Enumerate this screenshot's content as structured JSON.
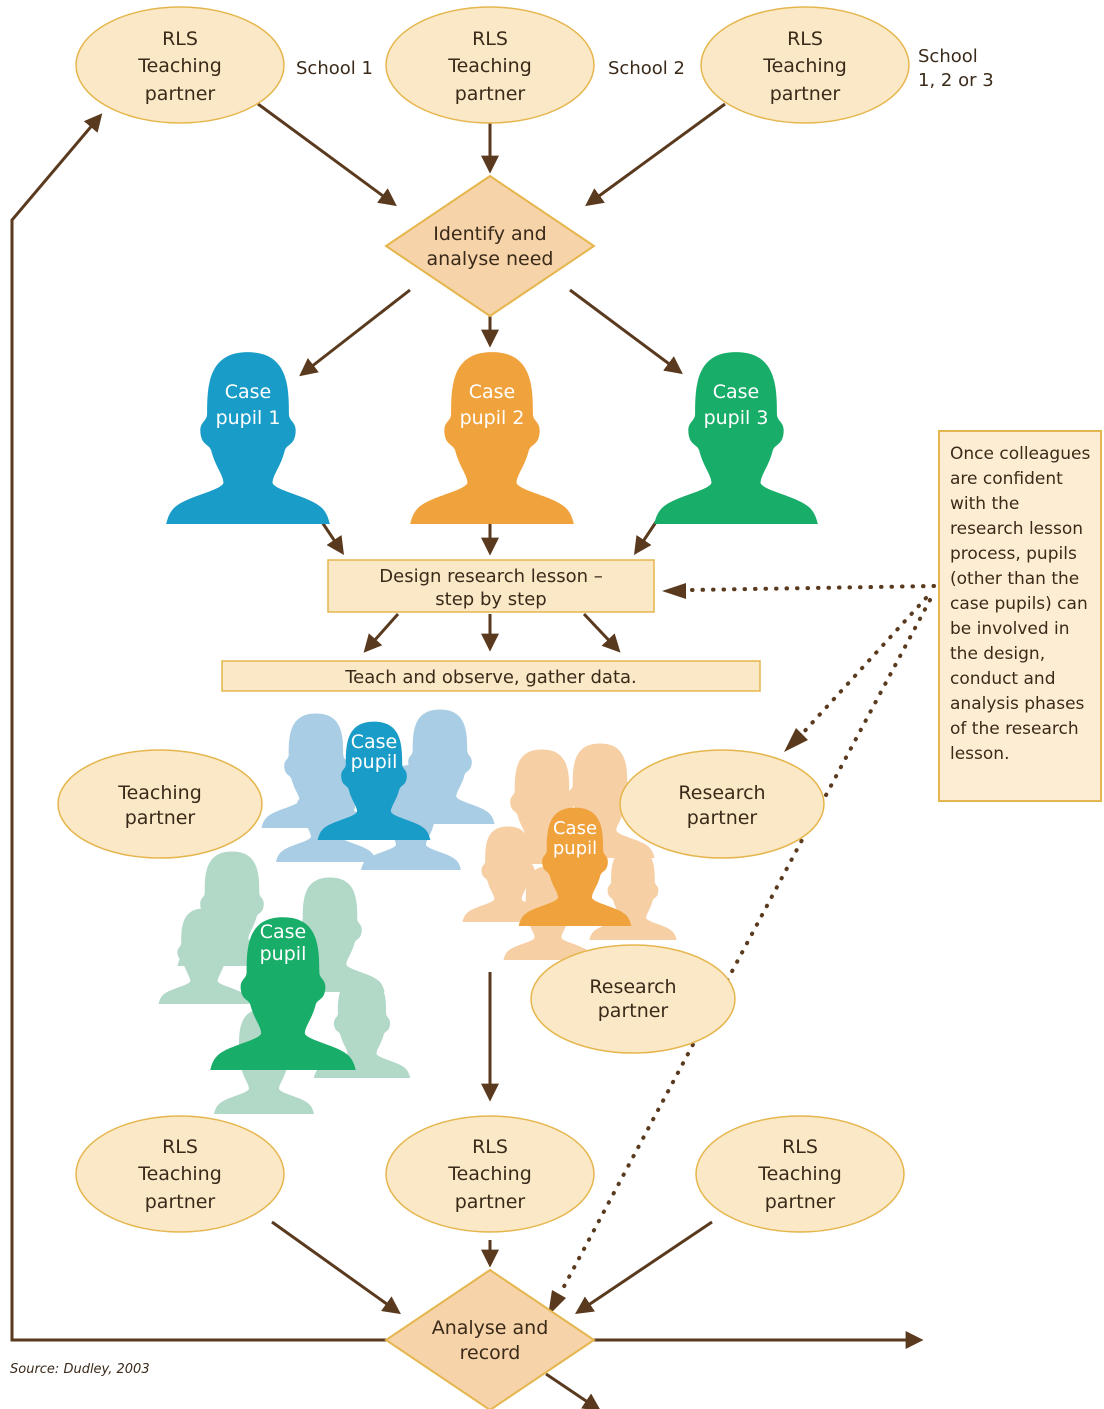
{
  "top_partners": [
    {
      "lines": [
        "RLS",
        "Teaching",
        "partner"
      ],
      "school": [
        "School 1"
      ]
    },
    {
      "lines": [
        "RLS",
        "Teaching",
        "partner"
      ],
      "school": [
        "School 2"
      ]
    },
    {
      "lines": [
        "RLS",
        "Teaching",
        "partner"
      ],
      "school": [
        "School",
        "1, 2 or 3"
      ]
    }
  ],
  "identify_diamond": [
    "Identify and",
    "analyse need"
  ],
  "case_pupils": [
    {
      "lines": [
        "Case",
        "pupil 1"
      ],
      "color": "#1a9cc8"
    },
    {
      "lines": [
        "Case",
        "pupil 2"
      ],
      "color": "#f0a23c"
    },
    {
      "lines": [
        "Case",
        "pupil 3"
      ],
      "color": "#18ad68"
    }
  ],
  "design_box": [
    "Design research lesson –",
    "step by step"
  ],
  "teach_box": "Teach and observe, gather data.",
  "group_case_label": [
    "Case",
    "pupil"
  ],
  "teaching_partner": [
    "Teaching",
    "partner"
  ],
  "research_partner_1": [
    "Research",
    "partner"
  ],
  "research_partner_2": [
    "Research",
    "partner"
  ],
  "bottom_partners": [
    {
      "lines": [
        "RLS",
        "Teaching",
        "partner"
      ]
    },
    {
      "lines": [
        "RLS",
        "Teaching",
        "partner"
      ]
    },
    {
      "lines": [
        "RLS",
        "Teaching",
        "partner"
      ]
    }
  ],
  "analyse_diamond": [
    "Analyse and",
    "record"
  ],
  "note": "Once colleagues are confident with the research lesson process, pupils (other than the case pupils) can be involved in the design, conduct and analysis phases of the research lesson.",
  "source": "Source: Dudley, 2003",
  "colors": {
    "blue_light": "#a8cde4",
    "orange_light": "#f6cfa4",
    "green_light": "#b2d8c8",
    "arrow": "#5a3a1e",
    "ellipse_fill": "#fbe8c6",
    "outline": "#e6b64e"
  }
}
